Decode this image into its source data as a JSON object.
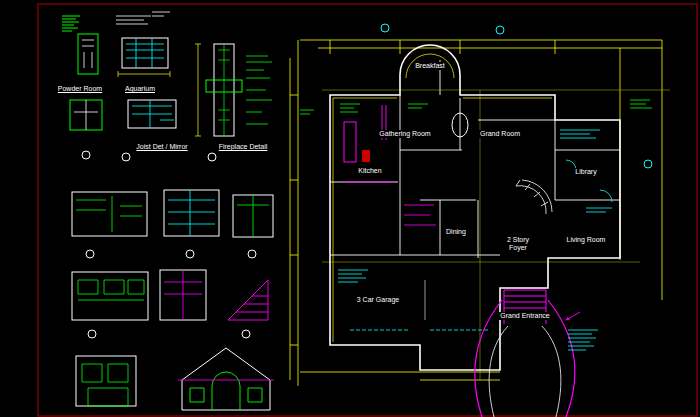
{
  "diagram": {
    "labels": [
      "Powder Room",
      "Aquarium",
      "Joist Det / Mirror",
      "Fireplace Detail",
      "Breakfast",
      "Gathering Room",
      "Grand Room",
      "Kitchen",
      "Library",
      "Dining",
      "2 Story Foyer",
      "Living Room",
      "3 Car Garage",
      "Grand Entrance"
    ]
  }
}
